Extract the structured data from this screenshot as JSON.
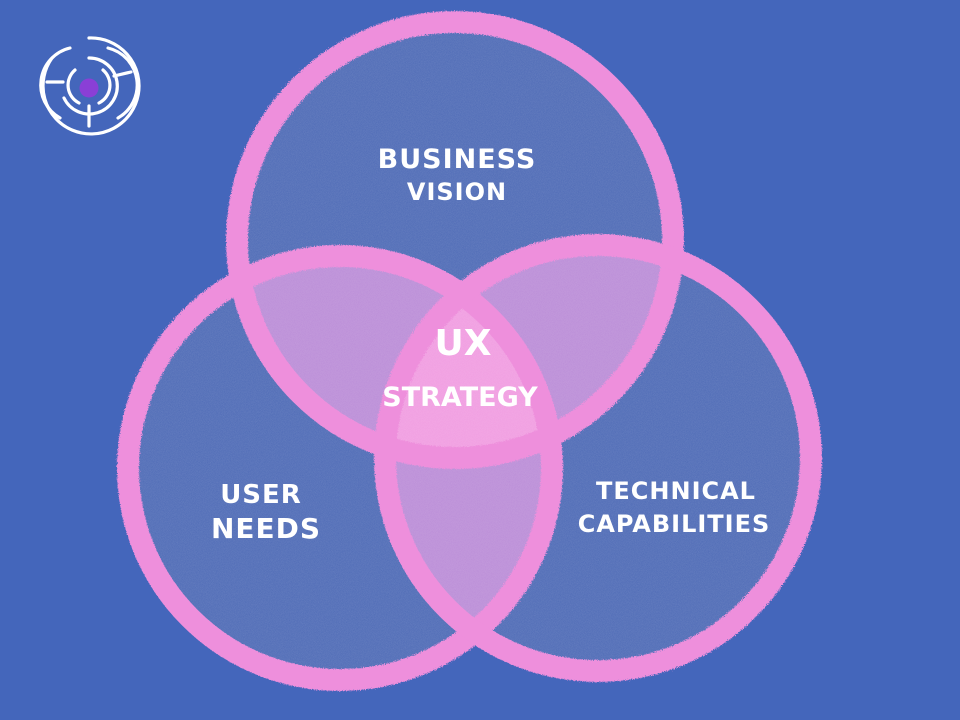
{
  "colors": {
    "background": "#4466bb",
    "circle_fill": "#4a67b4",
    "circle_outline": "#ee8fdc",
    "pair_overlap": "#b98ad6",
    "center": "#f09ae0",
    "text": "#ffffff"
  },
  "logo": {
    "icon": "maze-icon"
  },
  "diagram": {
    "type": "venn-3",
    "sets": [
      {
        "id": "business",
        "lines": [
          "BUSINESS",
          "VISION"
        ]
      },
      {
        "id": "user",
        "lines": [
          "USER",
          "NEEDS"
        ]
      },
      {
        "id": "technical",
        "lines": [
          "TECHNICAL",
          "CAPABILITIES"
        ]
      }
    ],
    "center": {
      "lines": [
        "UX",
        "STRATEGY"
      ]
    }
  }
}
